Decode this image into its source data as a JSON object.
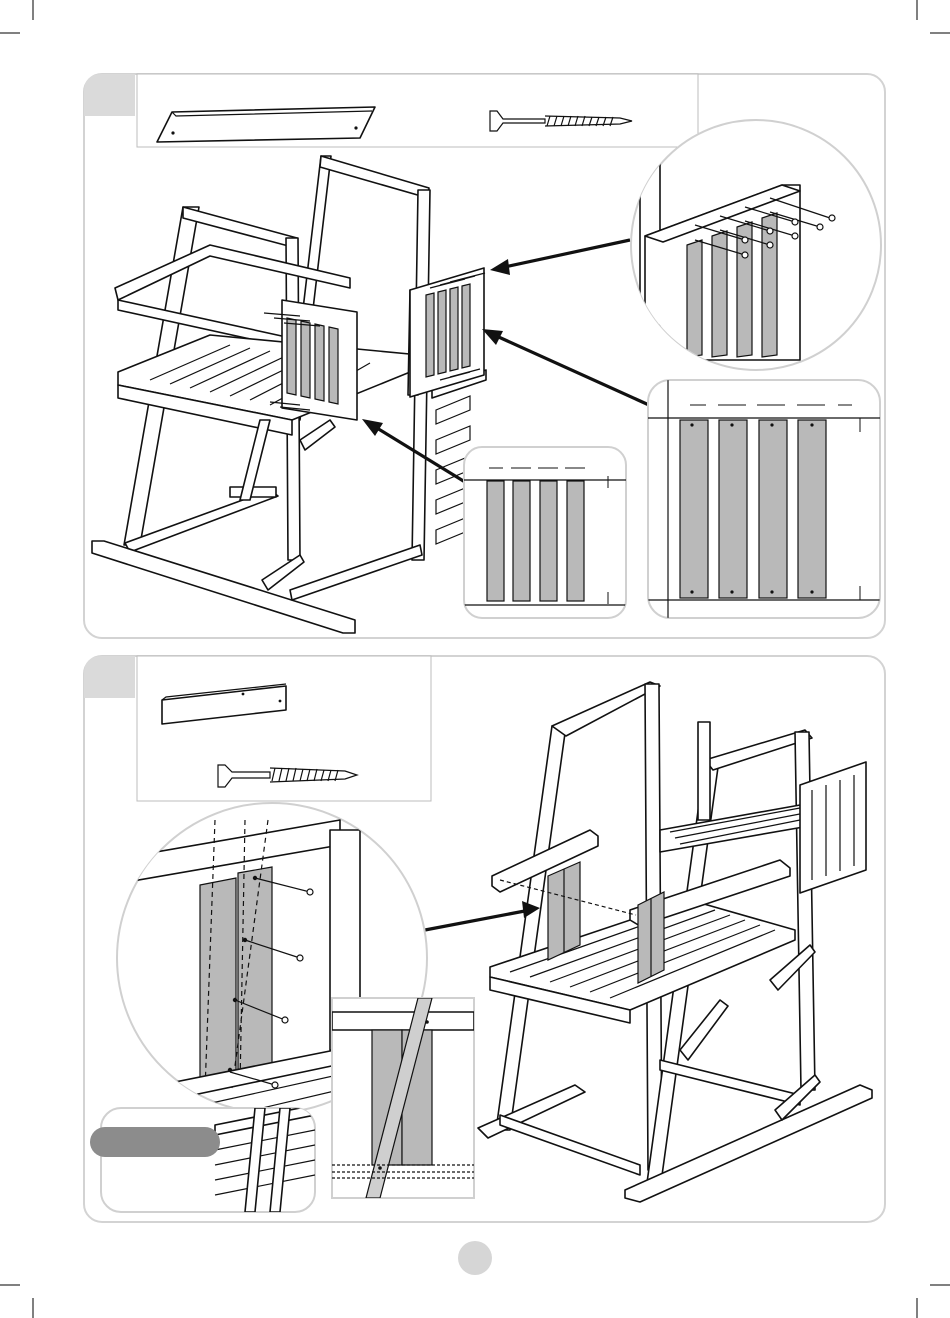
{
  "page": {
    "steps": [
      {
        "id": "step-a",
        "parts": [
          "plank",
          "screw"
        ],
        "details": [
          "screw-detail",
          "spacing-detail-small",
          "spacing-detail-large"
        ]
      },
      {
        "id": "step-b",
        "parts": [
          "board",
          "screw"
        ],
        "details": [
          "board-detail",
          "diagonal-detail",
          "inset-view"
        ]
      }
    ],
    "colors": {
      "frame": "#d3d3d3",
      "tab": "#dadada",
      "plank_fill": "#b9b9b9",
      "badge": "#8c8c8c",
      "page_number_dot": "#d6d6d6"
    }
  }
}
